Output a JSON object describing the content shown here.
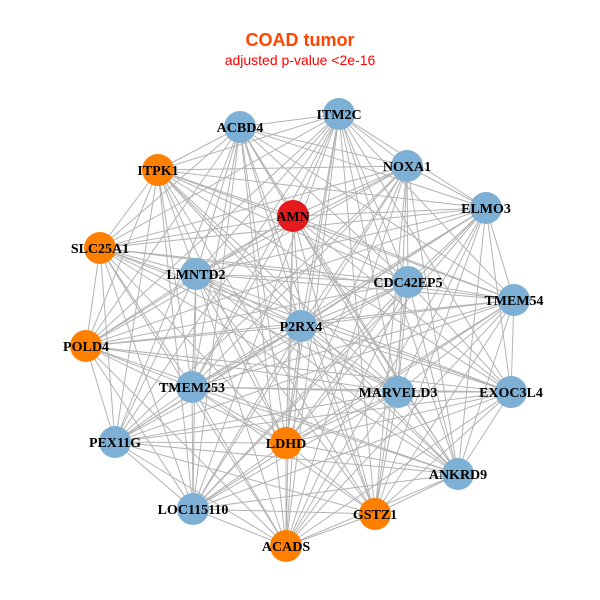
{
  "title": "COAD tumor",
  "subtitle": "adjusted p-value <2e-16",
  "colors": {
    "blue": "#7EB0D5",
    "orange": "#FF7F00",
    "red": "#E41A1C",
    "edge": "#B3B3B3"
  },
  "nodes": [
    {
      "name": "ITM2C",
      "color": "blue"
    },
    {
      "name": "ACBD4",
      "color": "blue"
    },
    {
      "name": "NOXA1",
      "color": "blue"
    },
    {
      "name": "ITPK1",
      "color": "orange"
    },
    {
      "name": "AMN",
      "color": "red"
    },
    {
      "name": "ELMO3",
      "color": "blue"
    },
    {
      "name": "SLC25A1",
      "color": "orange"
    },
    {
      "name": "LMNTD2",
      "color": "blue"
    },
    {
      "name": "CDC42EP5",
      "color": "blue"
    },
    {
      "name": "TMEM54",
      "color": "blue"
    },
    {
      "name": "P2RX4",
      "color": "blue"
    },
    {
      "name": "POLD4",
      "color": "orange"
    },
    {
      "name": "TMEM253",
      "color": "blue"
    },
    {
      "name": "MARVELD3",
      "color": "blue"
    },
    {
      "name": "EXOC3L4",
      "color": "blue"
    },
    {
      "name": "PEX11G",
      "color": "blue"
    },
    {
      "name": "LDHD",
      "color": "orange"
    },
    {
      "name": "ANKRD9",
      "color": "blue"
    },
    {
      "name": "LOC115110",
      "color": "blue"
    },
    {
      "name": "GSTZ1",
      "color": "orange"
    },
    {
      "name": "ACADS",
      "color": "orange"
    }
  ],
  "links": [
    [
      1,
      2,
      3,
      4,
      5,
      6,
      7,
      8,
      9,
      10,
      11,
      12,
      13,
      14,
      15,
      16,
      17,
      18,
      19,
      20
    ],
    [
      2,
      3,
      4,
      5,
      6,
      7,
      8,
      9,
      10,
      11,
      12,
      13,
      15,
      16,
      17,
      18,
      19,
      20
    ],
    [
      3,
      4,
      5,
      6,
      7,
      8,
      10,
      11,
      12,
      13,
      15,
      16,
      17,
      18,
      19,
      20
    ],
    [
      4,
      5,
      6,
      7,
      8,
      9,
      10,
      11,
      12,
      13,
      14,
      15,
      16,
      17,
      18,
      19
    ],
    [
      5,
      6,
      7,
      8,
      9,
      10,
      11,
      12,
      13,
      14,
      16,
      17,
      19,
      20
    ],
    [
      6,
      7,
      8,
      9,
      10,
      11,
      12,
      13,
      14,
      15,
      16,
      17,
      18,
      19,
      20
    ],
    [
      7,
      8,
      9,
      10,
      11,
      12,
      13,
      14,
      15,
      16,
      17,
      18,
      20
    ],
    [
      8,
      9,
      10,
      11,
      12,
      13,
      14,
      15,
      16,
      17,
      18,
      19,
      20
    ],
    [
      9,
      10,
      11,
      12,
      13,
      14,
      15,
      16,
      17,
      18,
      19,
      20
    ],
    [
      10,
      11,
      12,
      13,
      14,
      15,
      16,
      17,
      18,
      19,
      20
    ],
    [
      11,
      12,
      13,
      14,
      15,
      16,
      17,
      18,
      19,
      20
    ],
    [
      12,
      13,
      14,
      15,
      16,
      17,
      18,
      20
    ],
    [
      13,
      14,
      15,
      16,
      17,
      18,
      19,
      20
    ],
    [
      14,
      15,
      16,
      17,
      18,
      19,
      20
    ],
    [
      15,
      16,
      17,
      18,
      19,
      20
    ],
    [
      16,
      17,
      18,
      19,
      20
    ],
    [
      17,
      18,
      19,
      20
    ],
    [
      18,
      19,
      20
    ],
    [
      19,
      20
    ],
    [
      20
    ],
    []
  ]
}
